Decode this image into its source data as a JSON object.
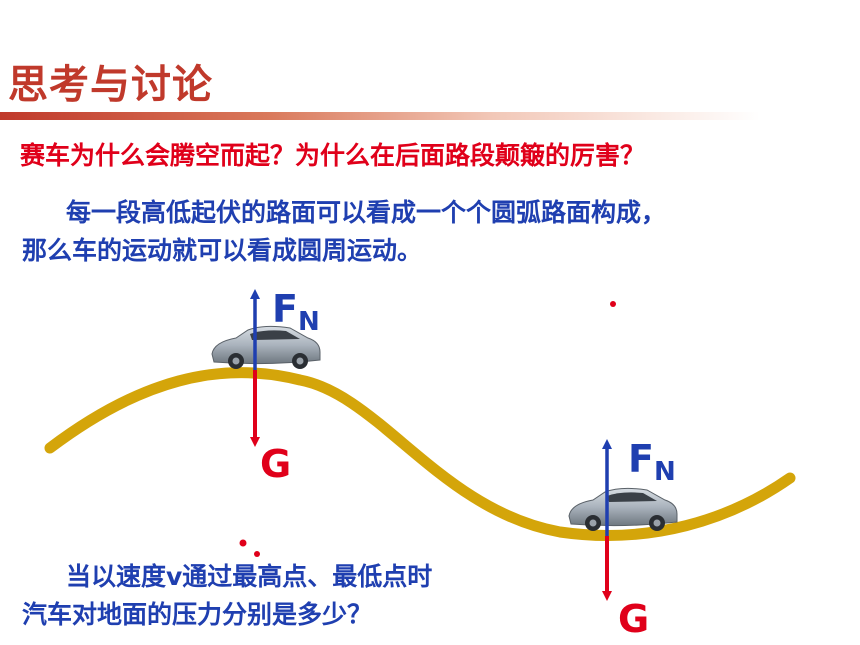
{
  "title": "思考与讨论",
  "question": "赛车为什么会腾空而起？为什么在后面路段颠簸的厉害？",
  "explanation": {
    "line1": "每一段高低起伏的路面可以看成一个个圆弧路面构成，",
    "line2": "那么车的运动就可以看成圆周运动。"
  },
  "bottom_question": {
    "line1": "当以速度v通过最高点、最低点时",
    "line2": "汽车对地面的压力分别是多少？"
  },
  "forces": {
    "top": {
      "normal_main": "F",
      "normal_sub": "N",
      "gravity": "G"
    },
    "bottom": {
      "normal_main": "F",
      "normal_sub": "N",
      "gravity": "G"
    }
  },
  "colors": {
    "title": "#c0392b",
    "question": "#e0001a",
    "text": "#1f3fb0",
    "road": "#d4a50a",
    "normal_arrow": "#1f3fb0",
    "gravity_arrow": "#e0001a"
  },
  "icons": [
    "car-icon",
    "normal-force-arrow",
    "gravity-arrow"
  ]
}
